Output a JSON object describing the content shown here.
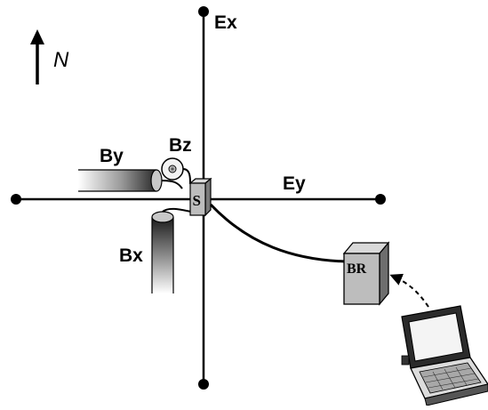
{
  "north": {
    "label": "N",
    "icon": "north-arrow-icon"
  },
  "electrodes": {
    "ex": {
      "label": "Ex"
    },
    "ey": {
      "label": "Ey"
    }
  },
  "magnetometers": {
    "bx": {
      "label": "Bx"
    },
    "by": {
      "label": "By"
    },
    "bz": {
      "label": "Bz"
    }
  },
  "sensor_box": {
    "label": "S"
  },
  "recorder": {
    "label": "BR"
  },
  "laptop": {
    "icon": "laptop-icon"
  },
  "colors": {
    "ink": "#000000",
    "box_face": "#bdbdbd",
    "box_side": "#7a7a7a",
    "box_top": "#d9d9d9"
  }
}
